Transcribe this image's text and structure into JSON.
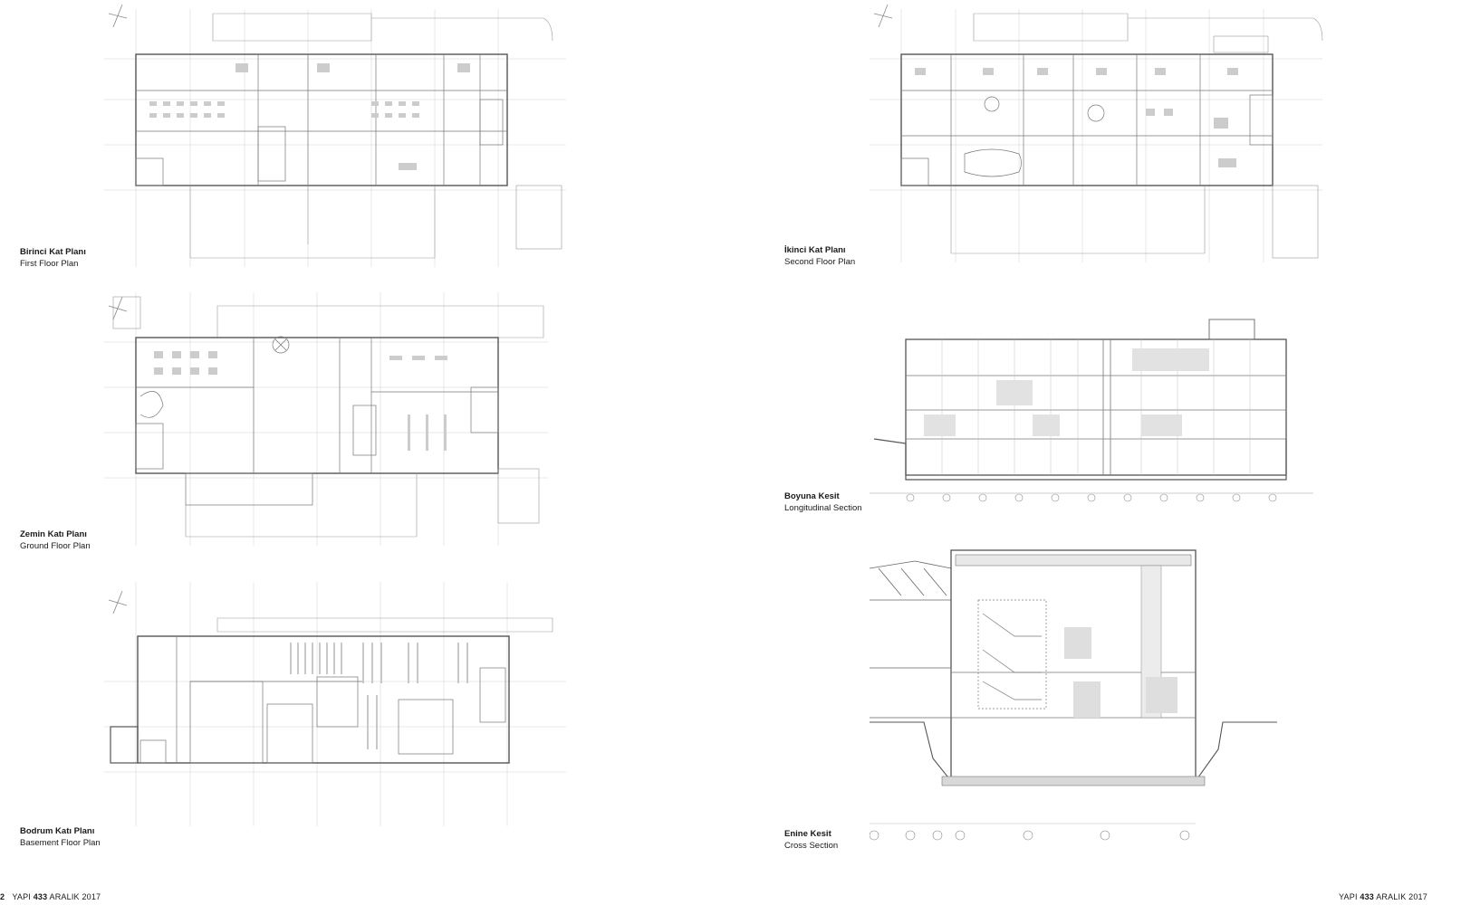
{
  "captions": {
    "first_floor": {
      "tr": "Birinci Kat Planı",
      "en": "First Floor Plan"
    },
    "ground_floor": {
      "tr": "Zemin Katı Planı",
      "en": "Ground Floor Plan"
    },
    "basement_floor": {
      "tr": "Bodrum Katı Planı",
      "en": "Basement Floor Plan"
    },
    "second_floor": {
      "tr": "İkinci Kat Planı",
      "en": "Second Floor Plan"
    },
    "longitudinal": {
      "tr": "Boyuna Kesit",
      "en": "Longitudinal Section"
    },
    "cross": {
      "tr": "Enine Kesit",
      "en": "Cross Section"
    }
  },
  "footer": {
    "left": {
      "page": "2",
      "magazine": "YAPI",
      "issue": "433",
      "date": "ARALIK 2017"
    },
    "right": {
      "magazine": "YAPI",
      "issue": "433",
      "date": "ARALIK 2017"
    }
  },
  "colors": {
    "line": "#8a8a8a",
    "line_dark": "#555555",
    "hatch": "#b5b5b5"
  }
}
